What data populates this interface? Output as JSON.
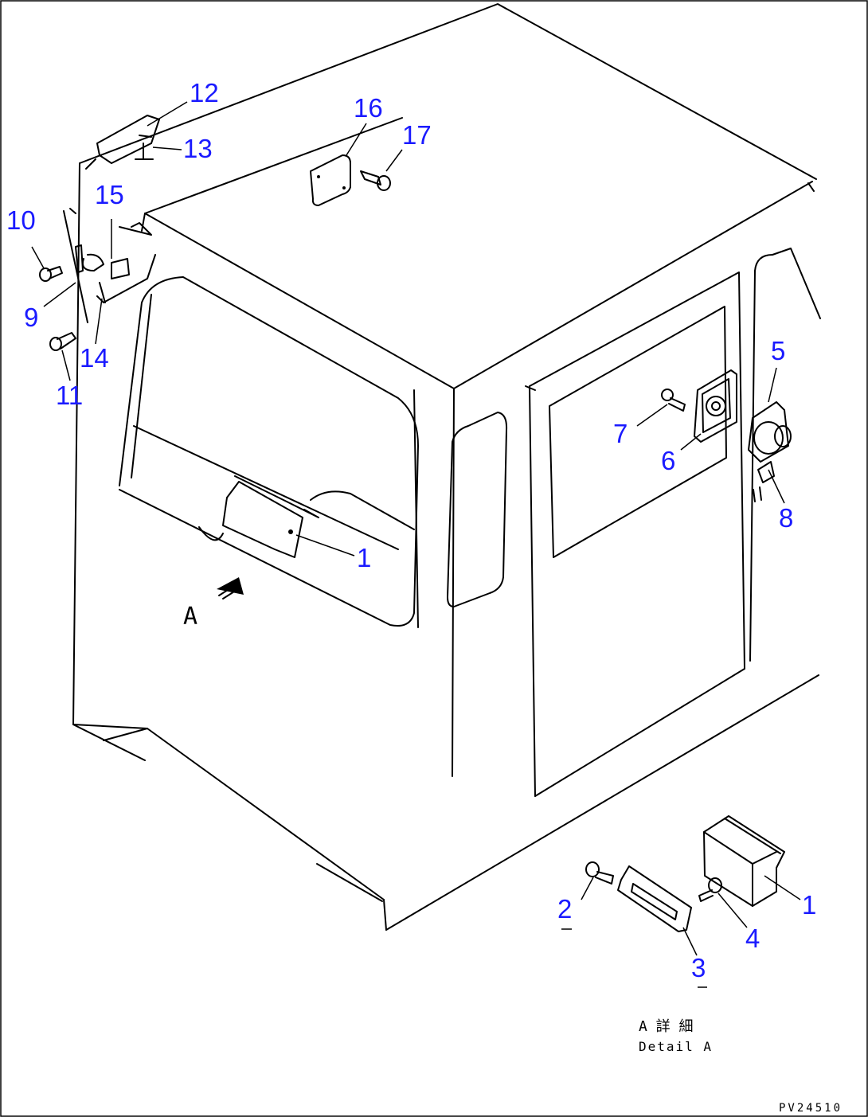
{
  "callouts": [
    {
      "id": "c12",
      "text": "12"
    },
    {
      "id": "c13",
      "text": "13"
    },
    {
      "id": "c15",
      "text": "15"
    },
    {
      "id": "c10",
      "text": "10"
    },
    {
      "id": "c9",
      "text": "9"
    },
    {
      "id": "c14",
      "text": "14"
    },
    {
      "id": "c11",
      "text": "11"
    },
    {
      "id": "c16",
      "text": "16"
    },
    {
      "id": "c17",
      "text": "17"
    },
    {
      "id": "c5",
      "text": "5"
    },
    {
      "id": "c7",
      "text": "7"
    },
    {
      "id": "c6",
      "text": "6"
    },
    {
      "id": "c8",
      "text": "8"
    },
    {
      "id": "c1a",
      "text": "1"
    },
    {
      "id": "c1b",
      "text": "1"
    },
    {
      "id": "c2",
      "text": "2"
    },
    {
      "id": "c3",
      "text": "3"
    },
    {
      "id": "c4",
      "text": "4"
    }
  ],
  "view_arrow_label": "A",
  "detail_label_ja": "A 詳 細",
  "detail_label_en": "Detail A",
  "drawing_code": "PV24510",
  "colors": {
    "callout": "#1a1aff",
    "line": "#000000"
  }
}
